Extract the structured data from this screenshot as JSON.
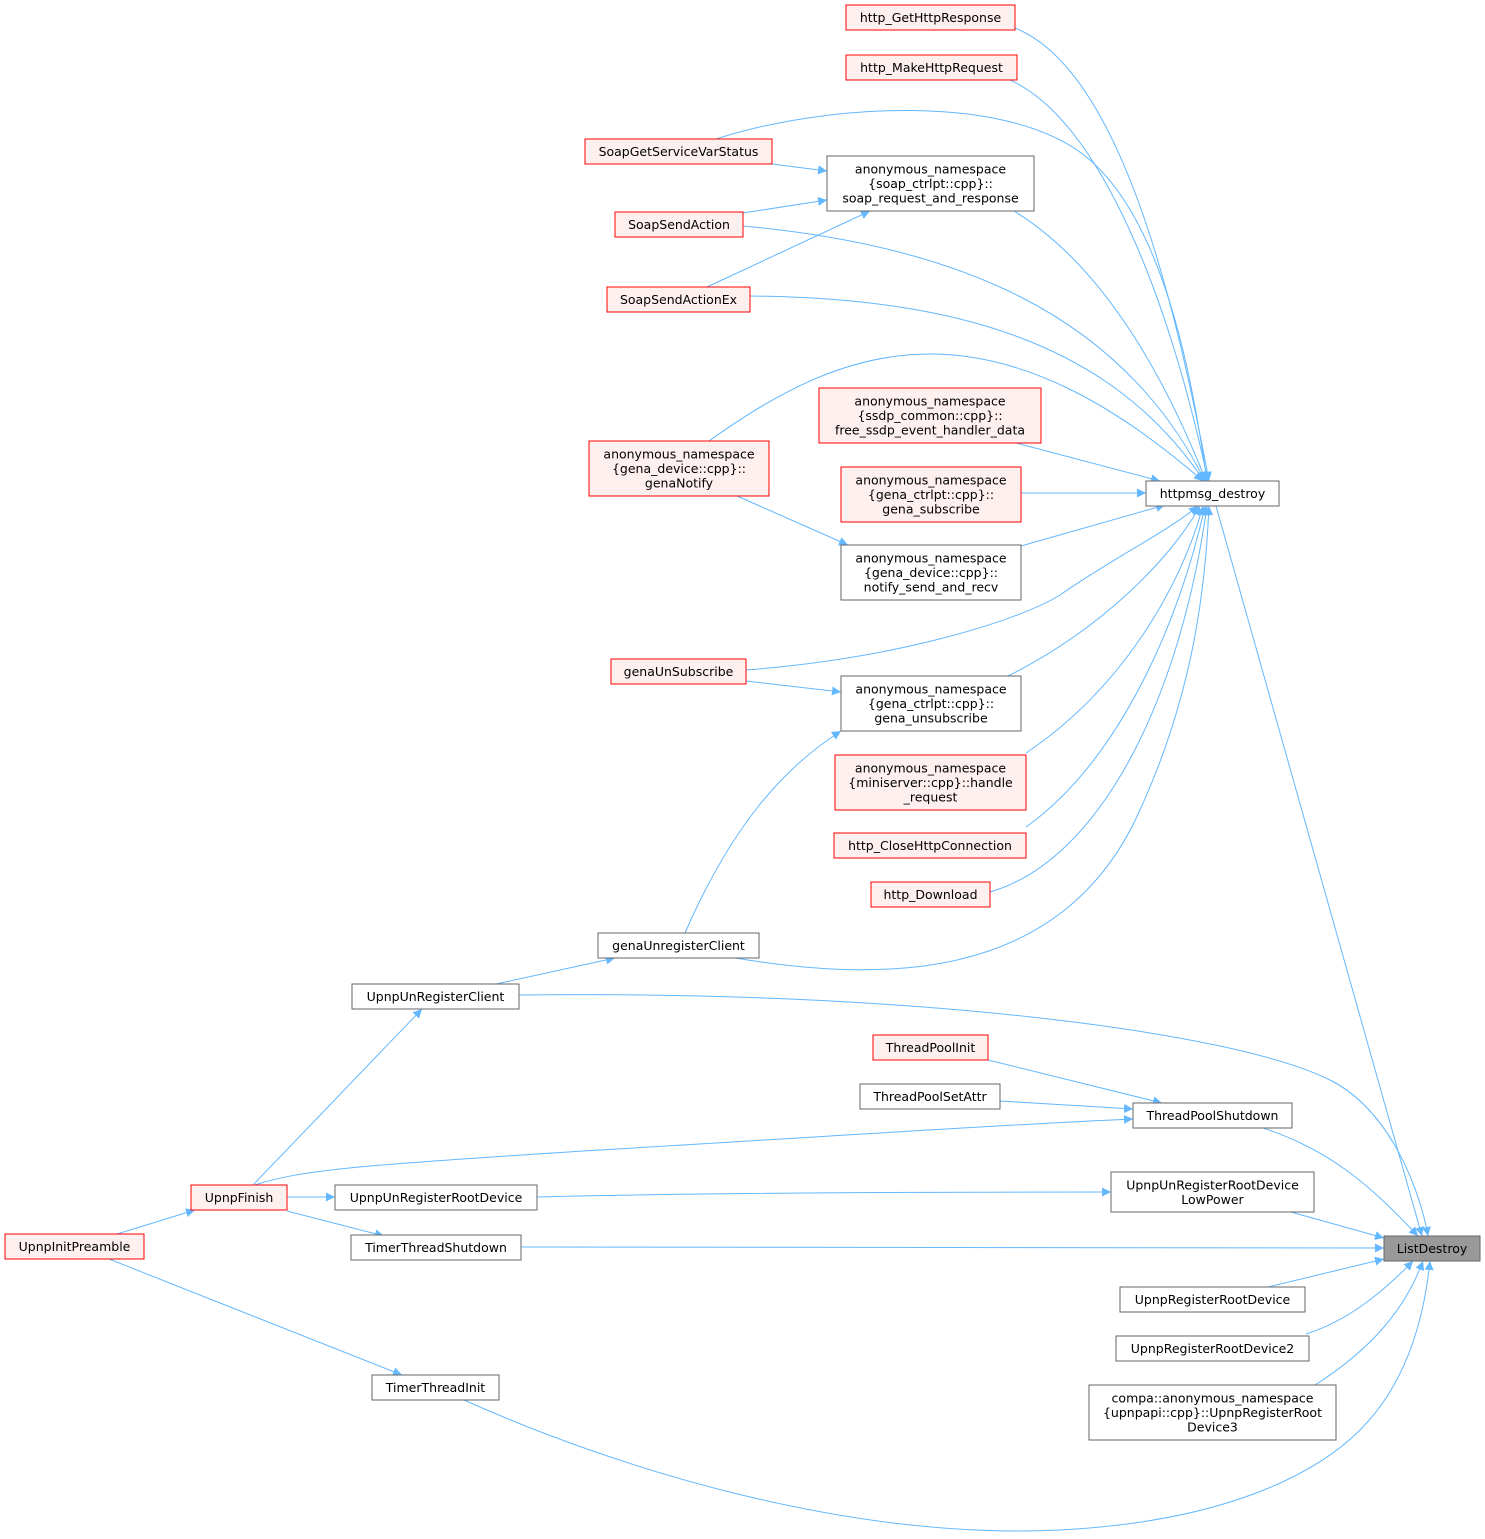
{
  "colors": {
    "edge": "#63b8ff",
    "red_fill": "#fff0f0",
    "red_border": "#ff0000",
    "white_fill": "#ffffff",
    "grey_border": "#666666",
    "root_fill": "#999999"
  },
  "nodes": {
    "ListDestroy": {
      "lines": [
        "ListDestroy"
      ],
      "style": "root"
    },
    "httpmsg_destroy": {
      "lines": [
        "httpmsg_destroy"
      ],
      "style": "plain"
    },
    "http_GetHttpResponse": {
      "lines": [
        "http_GetHttpResponse"
      ],
      "style": "red"
    },
    "http_MakeHttpRequest": {
      "lines": [
        "http_MakeHttpRequest"
      ],
      "style": "red"
    },
    "SoapGetServiceVarStatus": {
      "lines": [
        "SoapGetServiceVarStatus"
      ],
      "style": "red"
    },
    "soap_request_and_response": {
      "lines": [
        "anonymous_namespace",
        "{soap_ctrlpt::cpp}::",
        "soap_request_and_response"
      ],
      "style": "plain"
    },
    "SoapSendAction": {
      "lines": [
        "SoapSendAction"
      ],
      "style": "red"
    },
    "SoapSendActionEx": {
      "lines": [
        "SoapSendActionEx"
      ],
      "style": "red"
    },
    "free_ssdp_event_handler_data": {
      "lines": [
        "anonymous_namespace",
        "{ssdp_common::cpp}::",
        "free_ssdp_event_handler_data"
      ],
      "style": "red"
    },
    "genaNotify": {
      "lines": [
        "anonymous_namespace",
        "{gena_device::cpp}::",
        "genaNotify"
      ],
      "style": "red"
    },
    "gena_subscribe": {
      "lines": [
        "anonymous_namespace",
        "{gena_ctrlpt::cpp}::",
        "gena_subscribe"
      ],
      "style": "red"
    },
    "notify_send_and_recv": {
      "lines": [
        "anonymous_namespace",
        "{gena_device::cpp}::",
        "notify_send_and_recv"
      ],
      "style": "plain"
    },
    "genaUnSubscribe": {
      "lines": [
        "genaUnSubscribe"
      ],
      "style": "red"
    },
    "gena_unsubscribe": {
      "lines": [
        "anonymous_namespace",
        "{gena_ctrlpt::cpp}::",
        "gena_unsubscribe"
      ],
      "style": "plain"
    },
    "handle_request": {
      "lines": [
        "anonymous_namespace",
        "{miniserver::cpp}::handle",
        "_request"
      ],
      "style": "red"
    },
    "http_CloseHttpConnection": {
      "lines": [
        "http_CloseHttpConnection"
      ],
      "style": "red"
    },
    "http_Download": {
      "lines": [
        "http_Download"
      ],
      "style": "red"
    },
    "genaUnregisterClient": {
      "lines": [
        "genaUnregisterClient"
      ],
      "style": "plain"
    },
    "UpnpUnRegisterClient": {
      "lines": [
        "UpnpUnRegisterClient"
      ],
      "style": "plain"
    },
    "ThreadPoolInit": {
      "lines": [
        "ThreadPoolInit"
      ],
      "style": "red"
    },
    "ThreadPoolSetAttr": {
      "lines": [
        "ThreadPoolSetAttr"
      ],
      "style": "plain"
    },
    "ThreadPoolShutdown": {
      "lines": [
        "ThreadPoolShutdown"
      ],
      "style": "plain"
    },
    "UpnpFinish": {
      "lines": [
        "UpnpFinish"
      ],
      "style": "red"
    },
    "UpnpUnRegisterRootDevice": {
      "lines": [
        "UpnpUnRegisterRootDevice"
      ],
      "style": "plain"
    },
    "UpnpUnRegisterRootDeviceLowPower": {
      "lines": [
        "UpnpUnRegisterRootDevice",
        "LowPower"
      ],
      "style": "plain"
    },
    "UpnpInitPreamble": {
      "lines": [
        "UpnpInitPreamble"
      ],
      "style": "red"
    },
    "TimerThreadShutdown": {
      "lines": [
        "TimerThreadShutdown"
      ],
      "style": "plain"
    },
    "UpnpRegisterRootDevice": {
      "lines": [
        "UpnpRegisterRootDevice"
      ],
      "style": "plain"
    },
    "UpnpRegisterRootDevice2": {
      "lines": [
        "UpnpRegisterRootDevice2"
      ],
      "style": "plain"
    },
    "UpnpRegisterRootDevice3": {
      "lines": [
        "compa::anonymous_namespace",
        "{upnpapi::cpp}::UpnpRegisterRoot",
        "Device3"
      ],
      "style": "plain"
    },
    "TimerThreadInit": {
      "lines": [
        "TimerThreadInit"
      ],
      "style": "plain"
    }
  },
  "edges": [
    {
      "from": "http_GetHttpResponse",
      "to": "httpmsg_destroy"
    },
    {
      "from": "http_MakeHttpRequest",
      "to": "httpmsg_destroy"
    },
    {
      "from": "SoapGetServiceVarStatus",
      "to": "httpmsg_destroy"
    },
    {
      "from": "SoapGetServiceVarStatus",
      "to": "soap_request_and_response"
    },
    {
      "from": "SoapSendAction",
      "to": "soap_request_and_response"
    },
    {
      "from": "SoapSendAction",
      "to": "httpmsg_destroy"
    },
    {
      "from": "SoapSendActionEx",
      "to": "soap_request_and_response"
    },
    {
      "from": "SoapSendActionEx",
      "to": "httpmsg_destroy"
    },
    {
      "from": "soap_request_and_response",
      "to": "httpmsg_destroy"
    },
    {
      "from": "genaNotify",
      "to": "httpmsg_destroy"
    },
    {
      "from": "genaNotify",
      "to": "notify_send_and_recv"
    },
    {
      "from": "free_ssdp_event_handler_data",
      "to": "httpmsg_destroy"
    },
    {
      "from": "gena_subscribe",
      "to": "httpmsg_destroy"
    },
    {
      "from": "notify_send_and_recv",
      "to": "httpmsg_destroy"
    },
    {
      "from": "genaUnSubscribe",
      "to": "httpmsg_destroy"
    },
    {
      "from": "genaUnSubscribe",
      "to": "gena_unsubscribe"
    },
    {
      "from": "gena_unsubscribe",
      "to": "httpmsg_destroy"
    },
    {
      "from": "handle_request",
      "to": "httpmsg_destroy"
    },
    {
      "from": "http_CloseHttpConnection",
      "to": "httpmsg_destroy"
    },
    {
      "from": "http_Download",
      "to": "httpmsg_destroy"
    },
    {
      "from": "genaUnregisterClient",
      "to": "httpmsg_destroy"
    },
    {
      "from": "genaUnregisterClient",
      "to": "gena_unsubscribe"
    },
    {
      "from": "UpnpUnRegisterClient",
      "to": "genaUnregisterClient"
    },
    {
      "from": "UpnpUnRegisterClient",
      "to": "ListDestroy"
    },
    {
      "from": "httpmsg_destroy",
      "to": "ListDestroy"
    },
    {
      "from": "ThreadPoolInit",
      "to": "ThreadPoolShutdown"
    },
    {
      "from": "ThreadPoolSetAttr",
      "to": "ThreadPoolShutdown"
    },
    {
      "from": "UpnpFinish",
      "to": "ThreadPoolShutdown"
    },
    {
      "from": "ThreadPoolShutdown",
      "to": "ListDestroy"
    },
    {
      "from": "UpnpFinish",
      "to": "UpnpUnRegisterClient"
    },
    {
      "from": "UpnpFinish",
      "to": "UpnpUnRegisterRootDevice"
    },
    {
      "from": "UpnpFinish",
      "to": "TimerThreadShutdown"
    },
    {
      "from": "UpnpUnRegisterRootDevice",
      "to": "UpnpUnRegisterRootDeviceLowPower"
    },
    {
      "from": "UpnpUnRegisterRootDeviceLowPower",
      "to": "ListDestroy"
    },
    {
      "from": "UpnpInitPreamble",
      "to": "UpnpFinish"
    },
    {
      "from": "UpnpInitPreamble",
      "to": "TimerThreadInit"
    },
    {
      "from": "TimerThreadShutdown",
      "to": "ListDestroy"
    },
    {
      "from": "UpnpRegisterRootDevice",
      "to": "ListDestroy"
    },
    {
      "from": "UpnpRegisterRootDevice2",
      "to": "ListDestroy"
    },
    {
      "from": "UpnpRegisterRootDevice3",
      "to": "ListDestroy"
    },
    {
      "from": "TimerThreadInit",
      "to": "ListDestroy"
    }
  ]
}
